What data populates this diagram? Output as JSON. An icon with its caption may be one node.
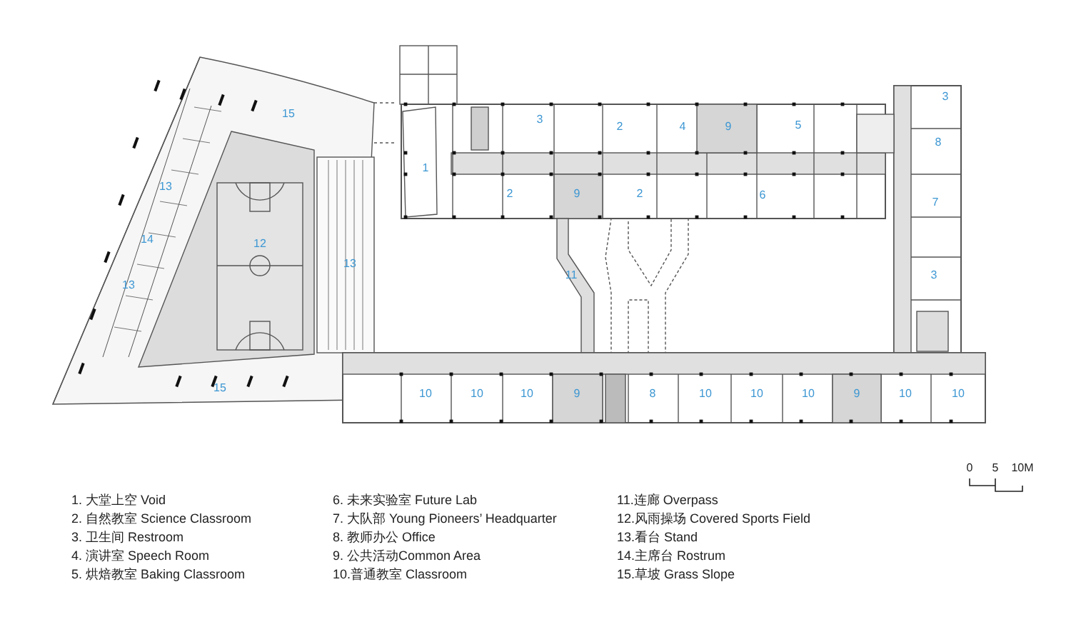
{
  "diagram": {
    "labels": [
      "15",
      "13",
      "14",
      "13",
      "12",
      "13",
      "15",
      "1",
      "3",
      "2",
      "4",
      "9",
      "5",
      "2",
      "9",
      "2",
      "6",
      "3",
      "8",
      "7",
      "11",
      "3",
      "10",
      "10",
      "10",
      "9",
      "8",
      "10",
      "10",
      "10",
      "9",
      "10",
      "10",
      "1. 大堂上空 Void",
      "2. 自然教室 Science Classroom",
      "3. 卫生间 Restroom",
      "4. 演讲室 Speech Room",
      "5. 烘焙教室 Baking Classroom",
      "6. 未来实验室 Future Lab",
      "7. 大队部 Young Pioneers’ Headquarter",
      "8. 教师办公 Office",
      "9. 公共活动Common Area",
      "10.普通教室 Classroom",
      "11.连廊 Overpass",
      "12.风雨操场 Covered Sports Field",
      "13.看台 Stand",
      "14.主席台 Rostrum",
      "15.草坡 Grass Slope",
      "0",
      "5",
      "10M"
    ]
  }
}
